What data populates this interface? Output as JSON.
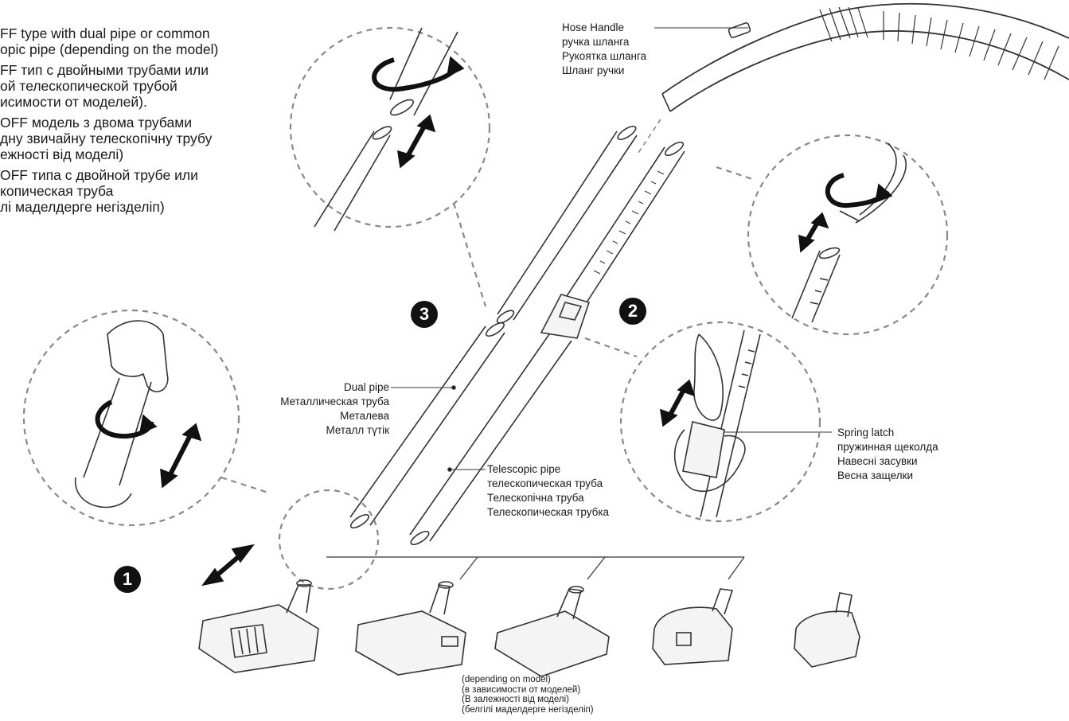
{
  "intro": {
    "lines": [
      [
        "FF type with dual pipe or common",
        "opic pipe (depending on the model)"
      ],
      [
        "FF тип с двойными трубами или",
        "ой телескопической трубой",
        "исимости от моделей)."
      ],
      [
        "OFF модель з двома трубами",
        "дну звичайну телескопічну трубу",
        "ежності від моделі)"
      ],
      [
        "OFF типа с двойной трубе или",
        "копическая труба",
        "лі маделдерге негізделіп)"
      ]
    ]
  },
  "labels": {
    "hose_handle": [
      "Hose Handle",
      "ручка шланга",
      "Рукоятка шланга",
      "Шланг ручки"
    ],
    "dual_pipe": [
      "Dual pipe",
      "Металлическая труба",
      "Металева",
      "Металл түтік"
    ],
    "telescopic_pipe": [
      "Telescopic pipe",
      "телескопическая труба",
      "Телескопічна труба",
      "Телескопическая трубка"
    ],
    "spring_latch": [
      "Spring latch",
      "пружинная щеколда",
      "Навесні засувки",
      "Весна защелки"
    ],
    "nozzle_note": [
      "(depending on model)",
      "(в зависимости от моделей)",
      "(В залежності від моделі)",
      "(белгілі маделдерге негізделіп)"
    ]
  },
  "steps": {
    "one": "1",
    "two": "2",
    "three": "3"
  },
  "icons": [
    "rotate-arrow-icon",
    "double-arrow-icon",
    "hand-icon"
  ],
  "colors": {
    "line": "#333333",
    "dash": "#888888",
    "fill": "#f4f4f4"
  }
}
